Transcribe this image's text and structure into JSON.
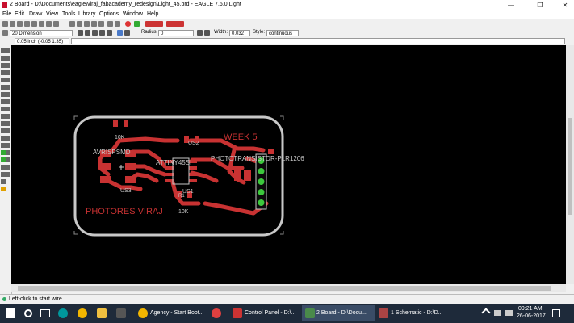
{
  "window": {
    "title": "2 Board - D:\\Documents\\eagle\\viraj_fabacademy_redesign\\Light_45.brd - EAGLE 7.6.0 Light",
    "minimize": "—",
    "maximize": "❐",
    "close": "✕"
  },
  "menu": [
    "File",
    "Edit",
    "Draw",
    "View",
    "Tools",
    "Library",
    "Options",
    "Window",
    "Help"
  ],
  "toolbar": {
    "layer": "20 Dimension",
    "radius_label": "Radius:",
    "radius_value": "0",
    "width_label": "Width:",
    "width_value": "0.032",
    "style_label": "Style:",
    "style_value": "continuous",
    "coords": "0.05 inch (-0.05 1.35)"
  },
  "board": {
    "labels": {
      "week": "WEEK 5",
      "owner": "PHOTORES VIRAJ",
      "avrisp": "AVRISPSMD",
      "attiny": "ATTINY45SI",
      "phototransistor": "PHOTOTRANSISTOR-PLR1206",
      "r1": "10K",
      "r2": "10K",
      "us2": "US2",
      "us3": "US3",
      "us1": "US1",
      "r1_sub": "R1"
    },
    "colors": {
      "copper": "#c83232",
      "outline": "#c8c8c8",
      "pads": "#3cc83c"
    }
  },
  "status": {
    "message": "Left-click to start wire"
  },
  "taskbar": {
    "items": [
      {
        "label": "Agency - Start Boot..."
      },
      {
        "label": "Control Panel - D:\\..."
      },
      {
        "label": "2 Board - D:\\Docu..."
      },
      {
        "label": "1 Schematic - D:\\D..."
      }
    ],
    "time": "09:21 AM",
    "date": "26-06-2017"
  }
}
